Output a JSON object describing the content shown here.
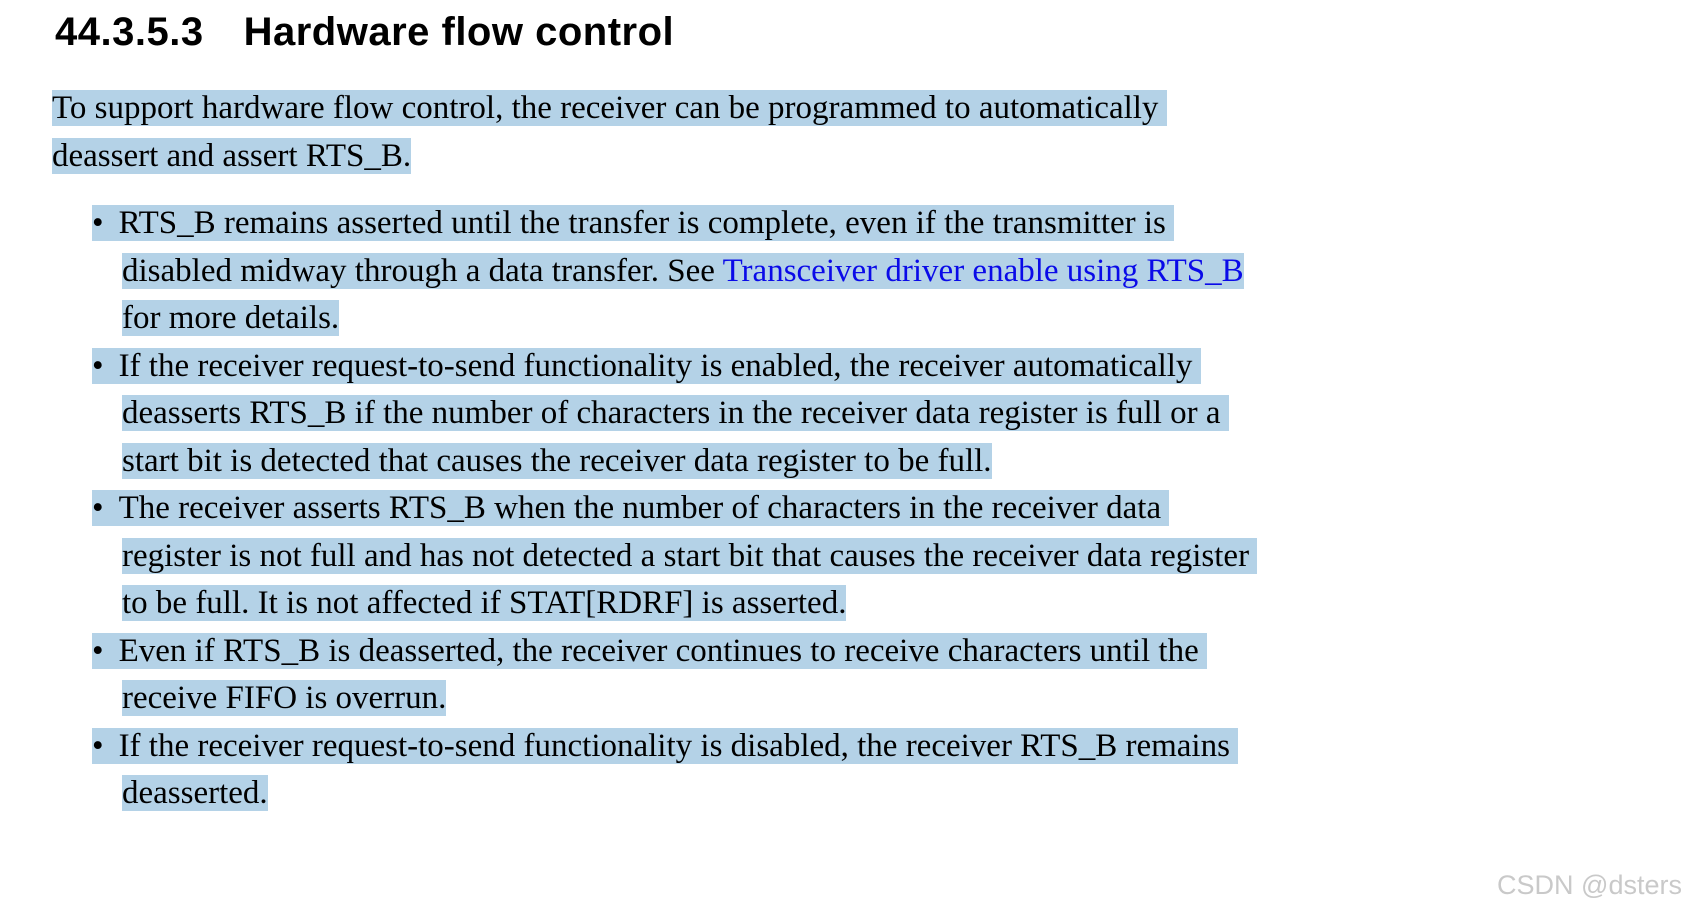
{
  "heading": {
    "number": "44.3.5.3",
    "title": "Hardware flow control"
  },
  "intro": {
    "text": "To support hardware flow control, the receiver can be programmed to automatically \ndeassert and assert RTS_B."
  },
  "list": {
    "marker": "•"
  },
  "bullets": [
    {
      "parts": [
        {
          "text": "RTS_B remains asserted until the transfer is complete, even if the transmitter is \ndisabled midway through a data transfer. See "
        },
        {
          "text": "Transceiver driver enable using RTS_B",
          "link": true
        },
        {
          "text": "\nfor more details."
        }
      ]
    },
    {
      "parts": [
        {
          "text": "If the receiver request-to-send functionality is enabled, the receiver automatically \ndeasserts RTS_B if the number of characters in the receiver data register is full or a \nstart bit is detected that causes the receiver data register to be full."
        }
      ]
    },
    {
      "parts": [
        {
          "text": "The receiver asserts RTS_B when the number of characters in the receiver data \nregister is not full and has not detected a start bit that causes the receiver data register \nto be full. It is not affected if STAT[RDRF] is asserted."
        }
      ]
    },
    {
      "parts": [
        {
          "text": "Even if RTS_B is deasserted, the receiver continues to receive characters until the \nreceive FIFO is overrun."
        }
      ]
    },
    {
      "parts": [
        {
          "text": "If the receiver request-to-send functionality is disabled, the receiver RTS_B remains \ndeasserted."
        }
      ]
    }
  ],
  "watermark": {
    "text": "CSDN @dsters"
  },
  "colors": {
    "highlight": "#b4d2e7",
    "link": "#0a0ae8",
    "text": "#000000",
    "watermark": "#c9c9c9",
    "background": "#ffffff"
  }
}
